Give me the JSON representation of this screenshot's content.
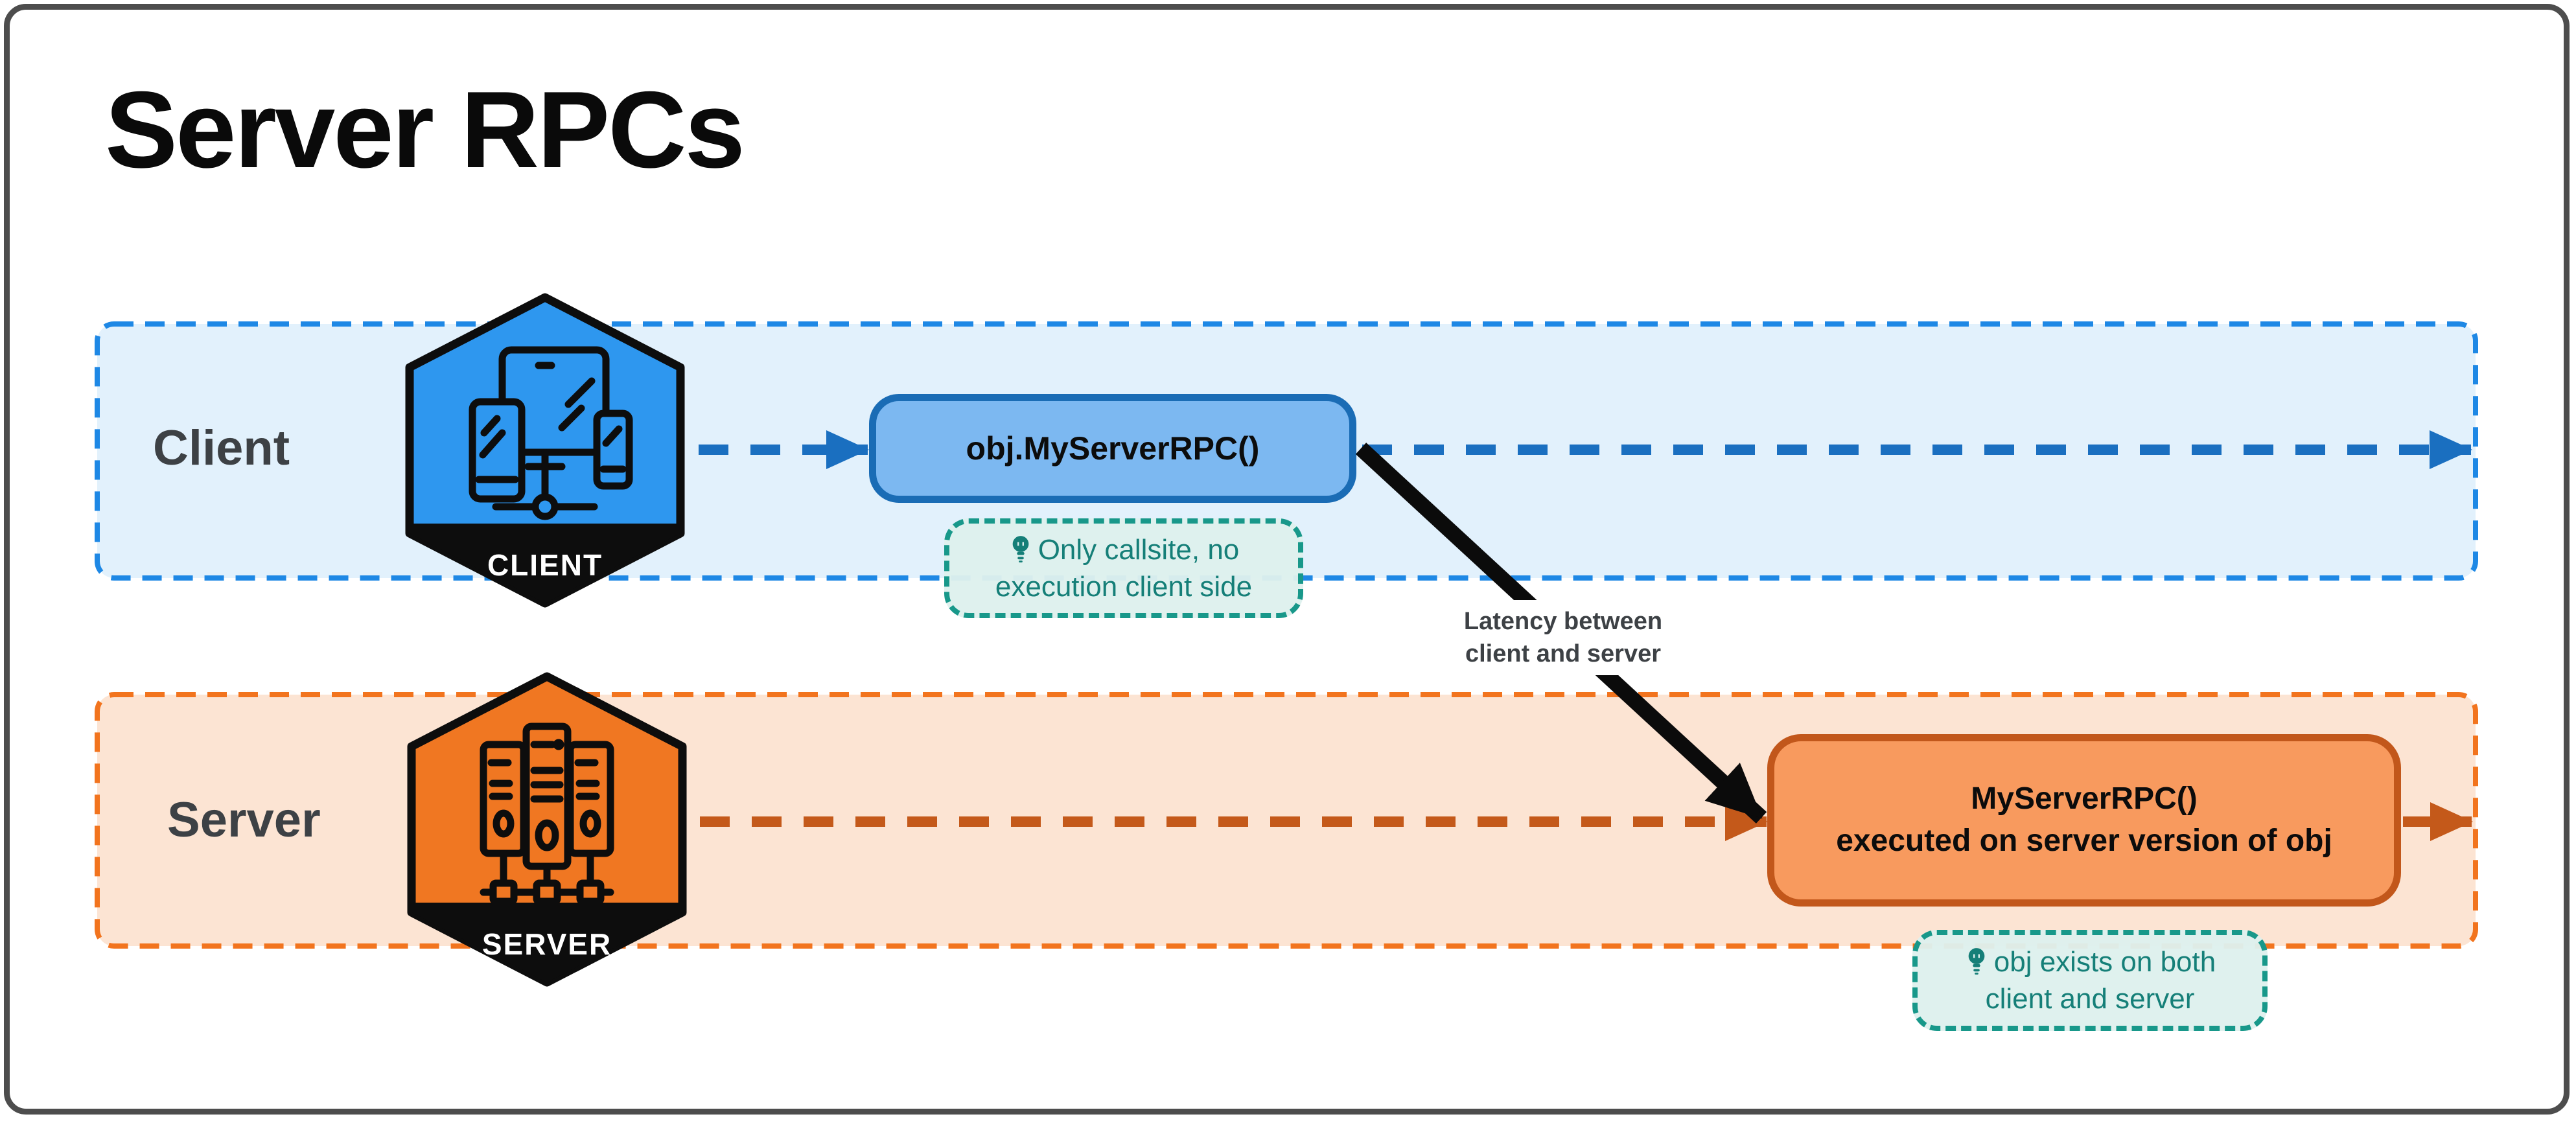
{
  "title": "Server RPCs",
  "lanes": {
    "client": {
      "label": "Client",
      "badge": "CLIENT"
    },
    "server": {
      "label": "Server",
      "badge": "SERVER"
    }
  },
  "nodes": {
    "client_call": {
      "label": "obj.MyServerRPC()"
    },
    "server_exec": {
      "line1": "MyServerRPC()",
      "line2": "executed on server version of obj"
    }
  },
  "notes": {
    "client": {
      "icon": "lightbulb",
      "line1": "Only callsite, no",
      "line2": "execution client side"
    },
    "server": {
      "icon": "lightbulb",
      "line1": "obj exists on both",
      "line2": "client and server"
    }
  },
  "arrow_label": {
    "line1": "Latency between",
    "line2": "client and server"
  },
  "colors": {
    "client_accent": "#2e97ef",
    "client_lane_bg": "#e2f1fc",
    "client_lane_border": "#1e88e5",
    "client_arrow": "#1a6fc0",
    "client_box_bg": "#7cb8f1",
    "client_box_border": "#1a6cb5",
    "server_accent": "#f07722",
    "server_lane_bg": "#fce4d3",
    "server_lane_border": "#f2741e",
    "server_arrow": "#c4591a",
    "server_box_bg": "#f89a5e",
    "server_box_border": "#c2571b",
    "note_text": "#157f78",
    "note_border": "#18988a",
    "note_bg": "#def0ed",
    "latency_arrow": "#0b0b0b",
    "frame_border": "#4d4d4d"
  }
}
